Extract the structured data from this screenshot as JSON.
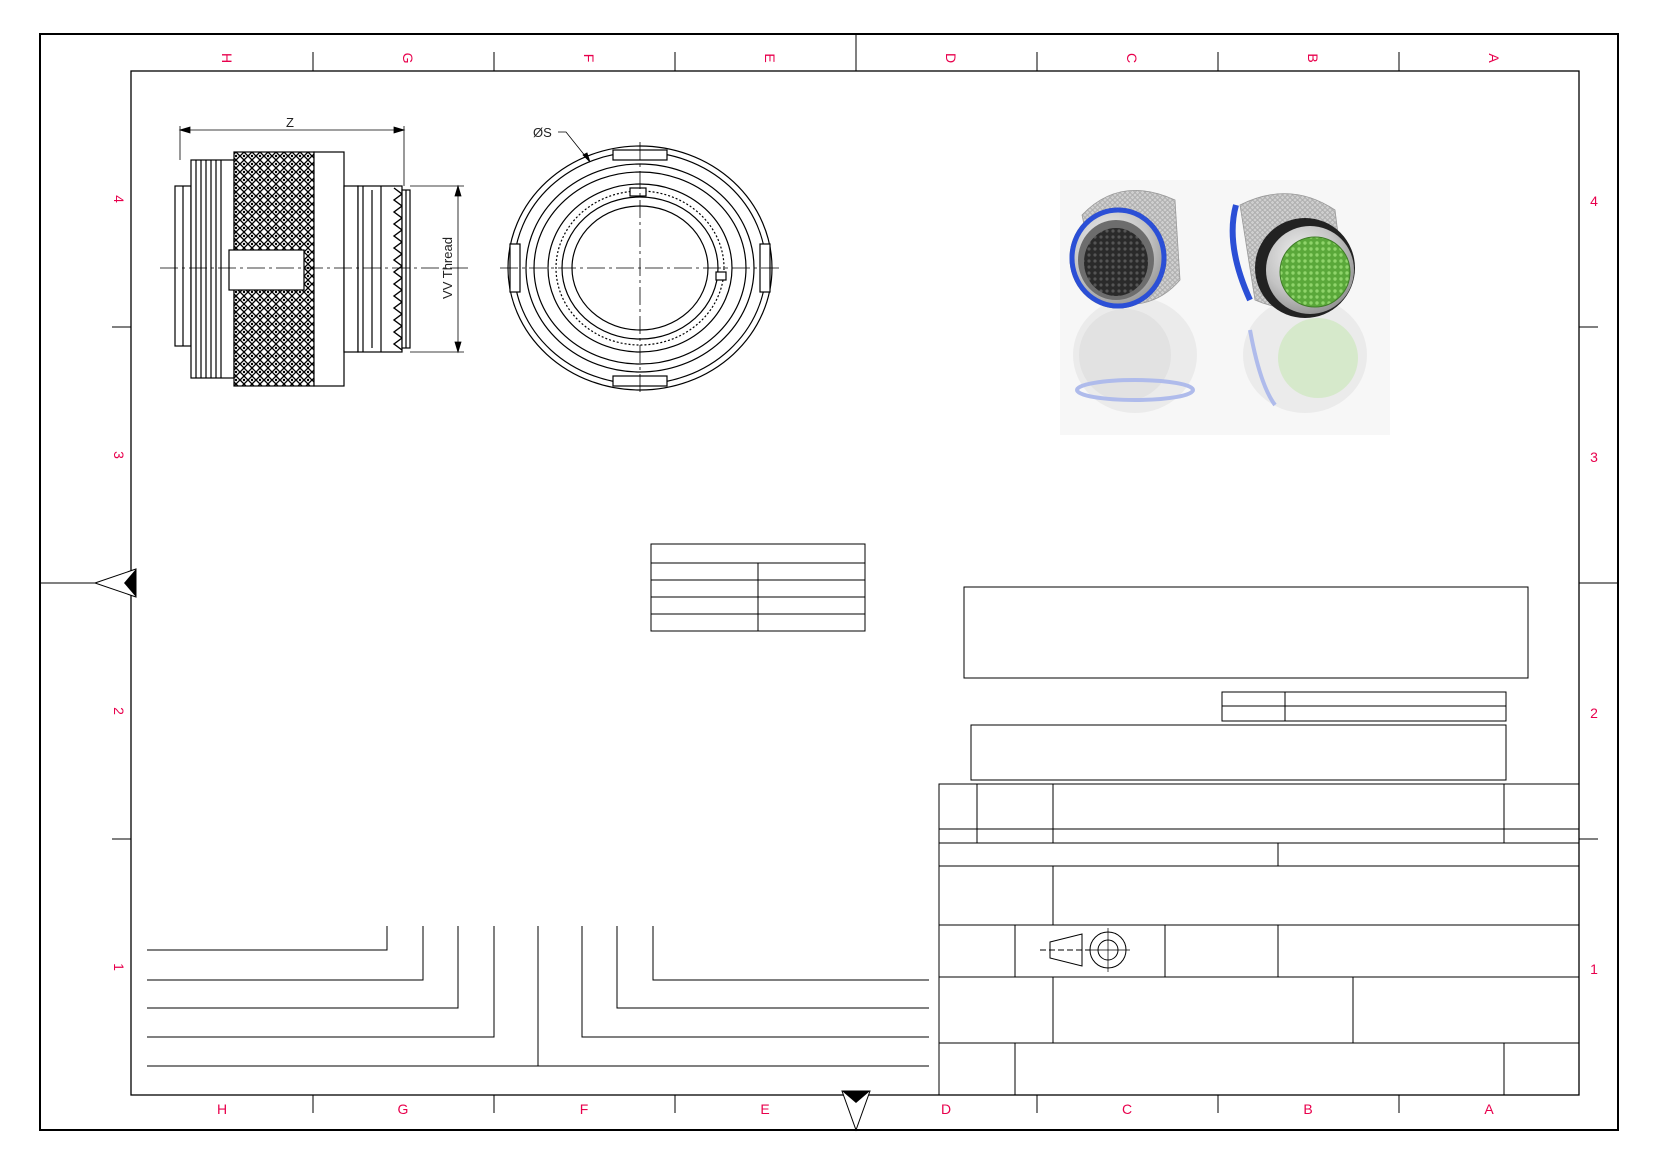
{
  "zones": {
    "columns_top": [
      "H",
      "G",
      "F",
      "E",
      "D",
      "C",
      "B",
      "A"
    ],
    "columns_bottom": [
      "H",
      "G",
      "F",
      "E",
      "D",
      "C",
      "B",
      "A"
    ],
    "rows_left": [
      "4",
      "3",
      "2",
      "1"
    ],
    "rows_right": [
      "4",
      "3",
      "2",
      "1"
    ]
  },
  "dimensions": {
    "length": "Z",
    "thread": "VV Thread",
    "diameter": "ØS"
  },
  "colors": {
    "frame": "#000000",
    "zone_labels": "#e8004c",
    "band_blue": "#2b4fd6",
    "insert_green": "#6fbf4a",
    "insert_black": "#1a1a1a",
    "shell_silver": "#bfbfbf"
  },
  "icons": [
    "third-angle-projection-icon",
    "centring-arrow-icon"
  ]
}
